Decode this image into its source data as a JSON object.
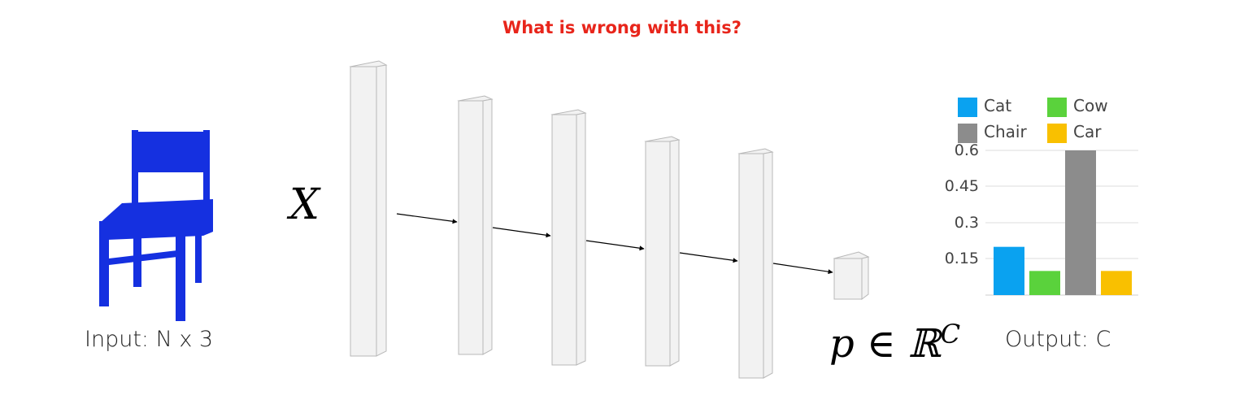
{
  "title": "What is wrong with this?",
  "input_label": "Input: N x 3",
  "x_symbol": "X",
  "p_symbol": "p ∈ ℝ",
  "p_superscript": "C",
  "output_label": "Output: C",
  "colors": {
    "title": "#e8251b",
    "chair_points": "#1530e0",
    "cat": "#0aa2f0",
    "cow": "#5ad23c",
    "chair": "#8c8c8c",
    "car": "#f9c000"
  },
  "chart_data": {
    "type": "bar",
    "categories": [
      "Cat",
      "Cow",
      "Chair",
      "Car"
    ],
    "values": [
      0.2,
      0.1,
      0.6,
      0.1
    ],
    "legend": [
      "Cat",
      "Cow",
      "Chair",
      "Car"
    ],
    "yticks": [
      "0.15",
      "0.3",
      "0.45",
      "0.6"
    ],
    "ylim": [
      0,
      0.6
    ],
    "legend_placement": "top"
  }
}
